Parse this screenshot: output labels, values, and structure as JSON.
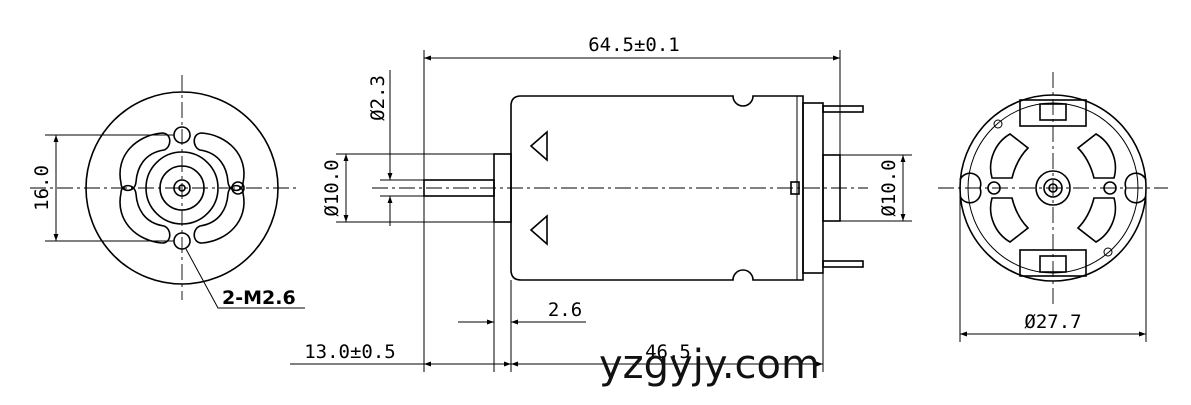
{
  "dimensions": {
    "overall_length": "64.5±0.1",
    "shaft_diameter": "Ø2.3",
    "boss_diameter_left": "Ø10.0",
    "boss_diameter_right": "Ø10.0",
    "hole_spacing": "16.0",
    "mount_holes": "2-M2.6",
    "boss_length": "2.6",
    "shaft_length": "13.0±0.5",
    "body_length": "46.5",
    "body_diameter": "Ø27.7"
  },
  "watermark": "yzgyjy.com"
}
